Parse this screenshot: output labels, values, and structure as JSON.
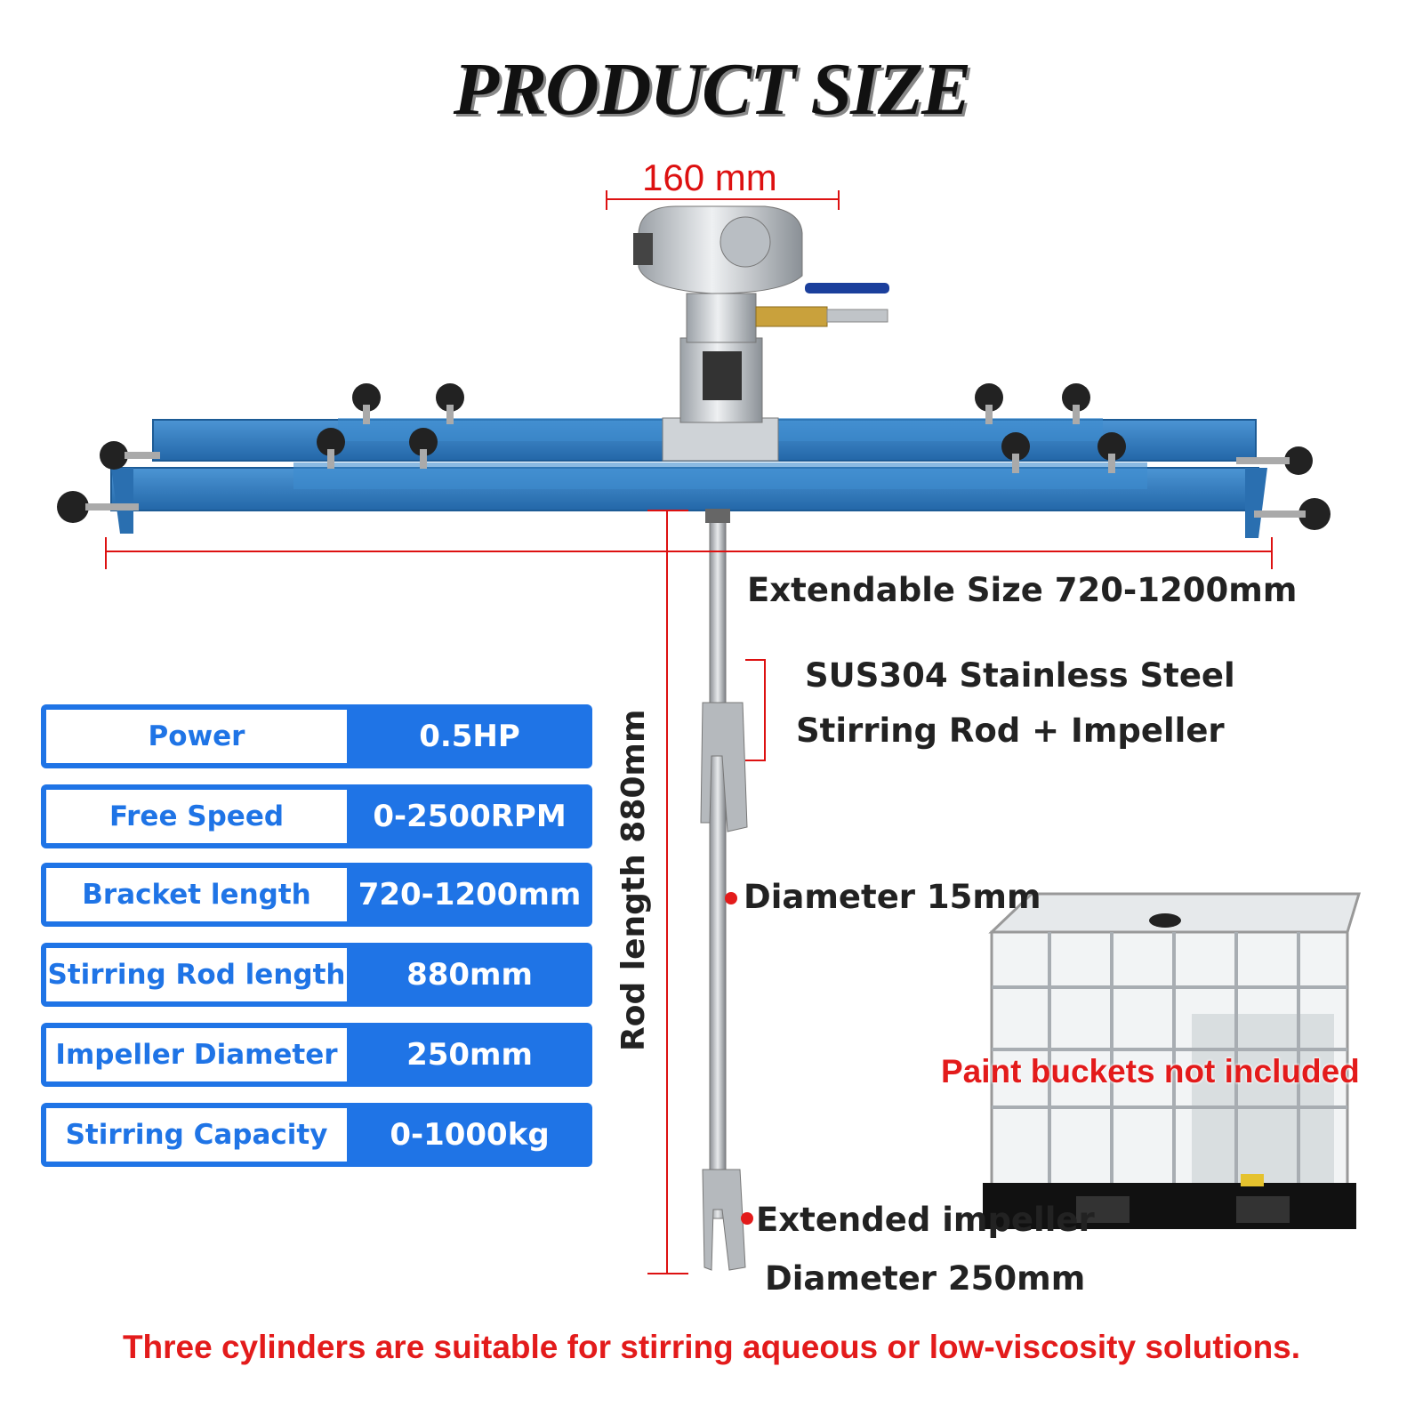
{
  "title": "PRODUCT SIZE",
  "dimensions": {
    "motor_width": "160 mm",
    "extendable": "Extendable Size 720-1200mm",
    "rod_length": "Rod length 880mm"
  },
  "callouts": {
    "rod_material_line1": "SUS304 Stainless Steel",
    "rod_material_line2": "Stirring Rod + Impeller",
    "diameter": "Diameter 15mm",
    "impeller_line1": "Extended impeller",
    "impeller_line2": "Diameter 250mm",
    "paint_note": "Paint buckets not included"
  },
  "specs": [
    {
      "label": "Power",
      "value": "0.5HP"
    },
    {
      "label": "Free Speed",
      "value": "0-2500RPM"
    },
    {
      "label": "Bracket length",
      "value": "720-1200mm"
    },
    {
      "label": "Stirring Rod length",
      "value": "880mm"
    },
    {
      "label": "Impeller Diameter",
      "value": "250mm"
    },
    {
      "label": "Stirring Capacity",
      "value": "0-1000kg"
    }
  ],
  "footer": "Three cylinders are suitable for stirring aqueous or low-viscosity solutions.",
  "colors": {
    "accent_blue": "#1f74e6",
    "dimension_red": "#e31b1b",
    "bracket_blue": "#2f7fc4"
  }
}
